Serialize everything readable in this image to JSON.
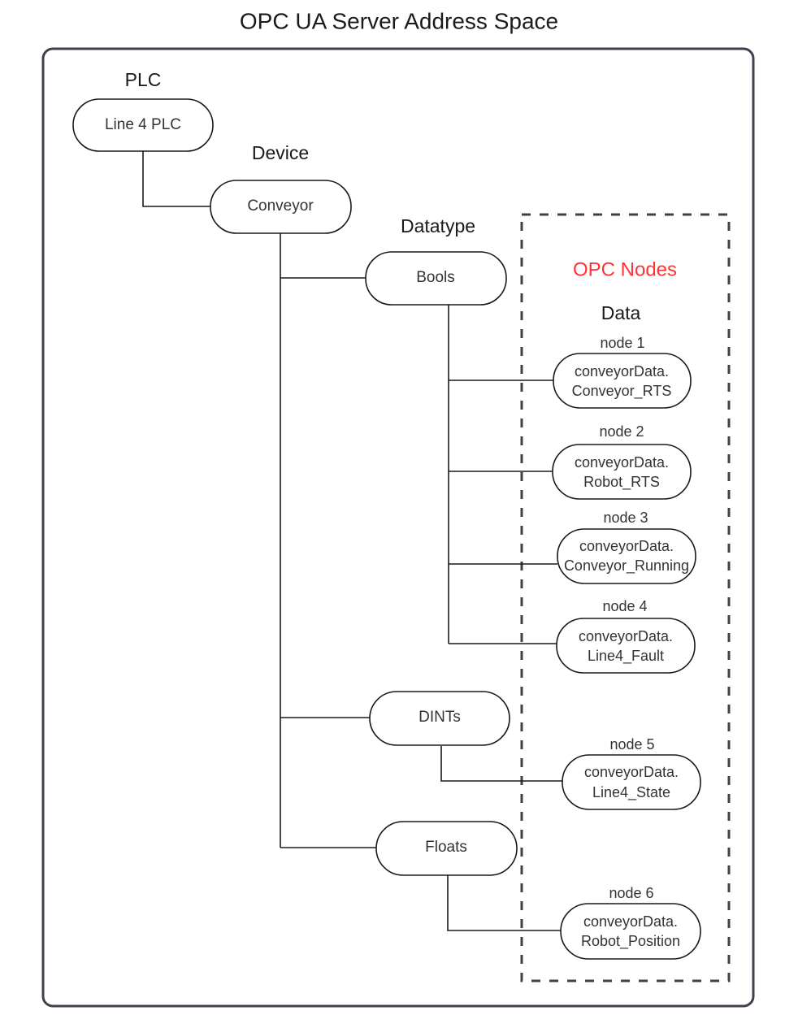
{
  "title": "OPC UA Server Address Space",
  "frames": {
    "outer_name": "server-address-space-frame",
    "dashed_label": "OPC Nodes",
    "dashed_label_color": "#ff3333",
    "data_label": "Data"
  },
  "tree": {
    "plc": {
      "group_label": "PLC",
      "name": "Line 4 PLC"
    },
    "device": {
      "group_label": "Device",
      "name": "Conveyor"
    },
    "datatype_label": "Datatype",
    "datatypes": [
      {
        "name": "Bools"
      },
      {
        "name": "DINTs"
      },
      {
        "name": "Floats"
      }
    ]
  },
  "nodes": [
    {
      "caption": "node 1",
      "line1": "conveyorData.",
      "line2": "Conveyor_RTS",
      "datatype": "Bools"
    },
    {
      "caption": "node 2",
      "line1": "conveyorData.",
      "line2": "Robot_RTS",
      "datatype": "Bools"
    },
    {
      "caption": "node 3",
      "line1": "conveyorData.",
      "line2": "Conveyor_Running",
      "datatype": "Bools"
    },
    {
      "caption": "node 4",
      "line1": "conveyorData.",
      "line2": "Line4_Fault",
      "datatype": "Bools"
    },
    {
      "caption": "node 5",
      "line1": "conveyorData.",
      "line2": "Line4_State",
      "datatype": "DINTs"
    },
    {
      "caption": "node 6",
      "line1": "conveyorData.",
      "line2": "Robot_Position",
      "datatype": "Floats"
    }
  ]
}
